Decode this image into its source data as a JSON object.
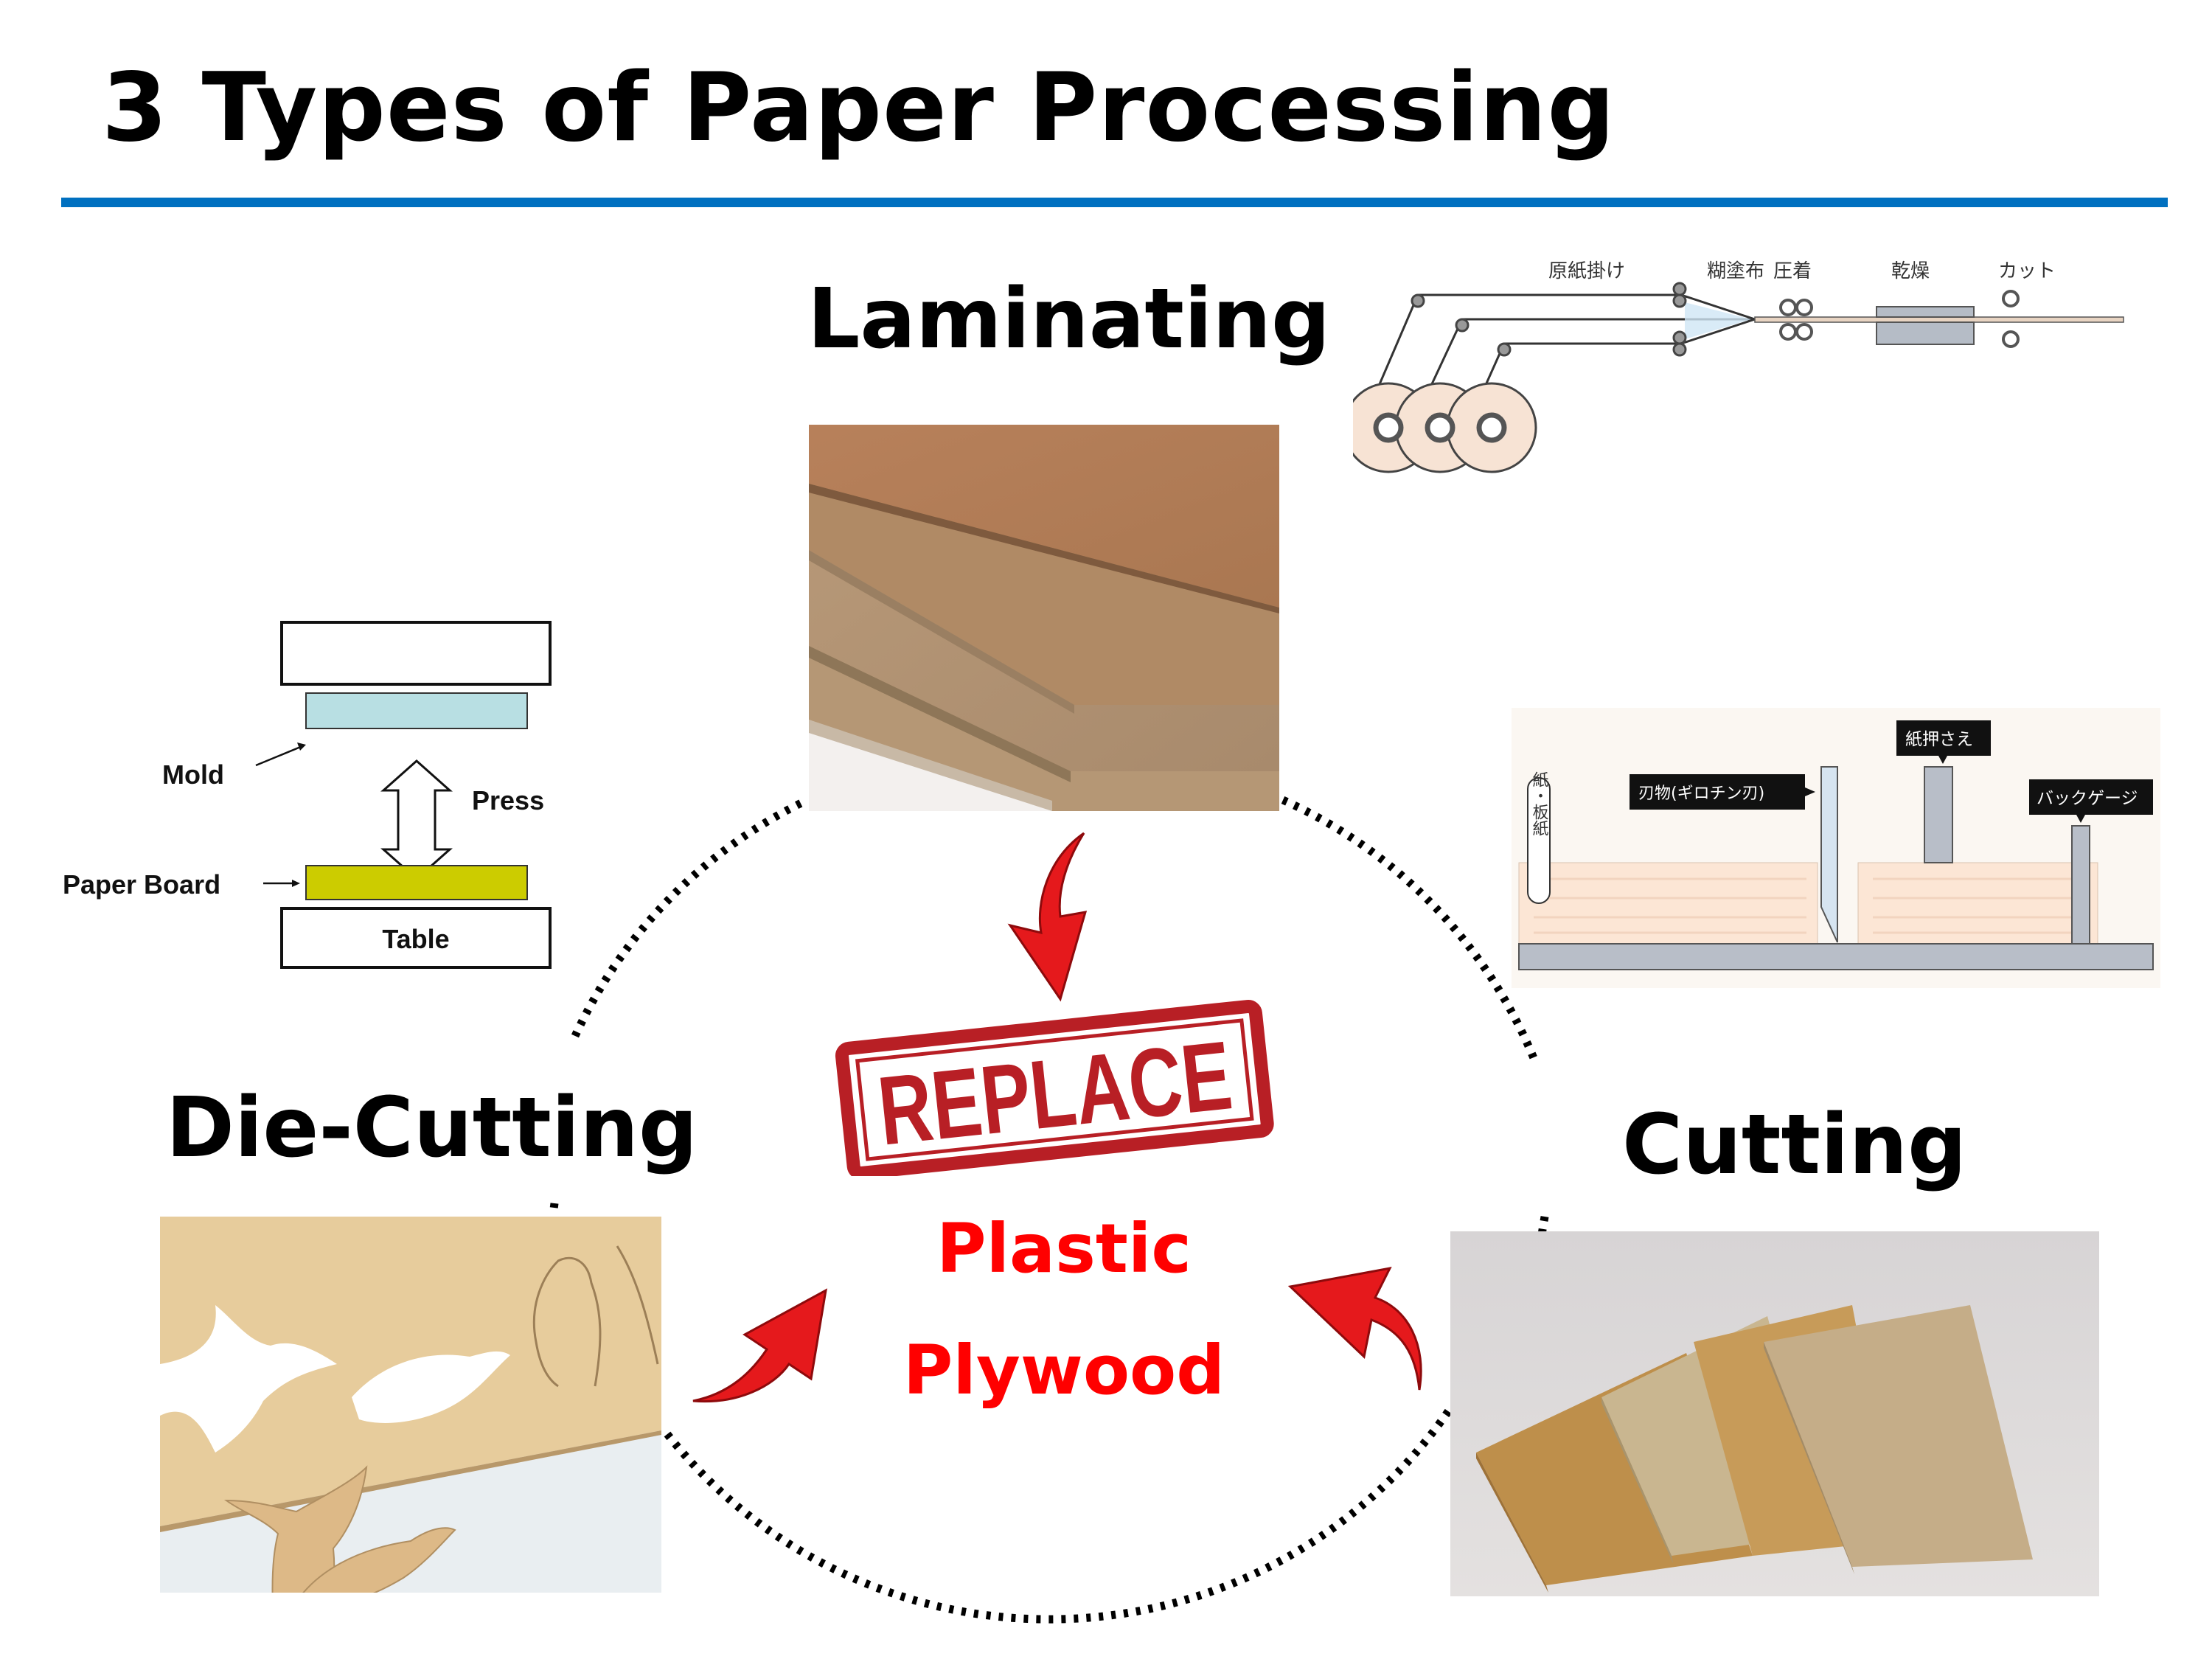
{
  "title": "3 Types of Paper Processing",
  "colors": {
    "accent_rule": "#0070C0",
    "highlight_red": "#FF0000",
    "stamp_red": "#B81F25",
    "paper_kraft": "#C9A877",
    "mold_blue": "#B8DFE3",
    "board_yellow": "#CCCC00"
  },
  "processes": {
    "laminating": {
      "label": "Laminating",
      "diagram": {
        "steps": [
          "原紙掛け",
          "糊塗布",
          "圧着",
          "乾燥",
          "カット"
        ]
      }
    },
    "die_cutting": {
      "label": "Die-Cutting",
      "diagram": {
        "mold_label": "Mold",
        "press_label": "Press",
        "board_label": "Paper Board",
        "table_label": "Table"
      }
    },
    "cutting": {
      "label": "Cutting",
      "diagram": {
        "paper_label": "紙・板紙",
        "blade_label": "刃物(ギロチン刃)",
        "clamp_label": "紙押さえ",
        "backgauge_label": "バックゲージ"
      }
    }
  },
  "center": {
    "stamp_text": "REPLACE",
    "line1": "Plastic",
    "line2": "Plywood"
  },
  "icons": {
    "down_arrow": "curved-arrow-down-icon",
    "left_arrow": "curved-arrow-up-right-icon",
    "right_arrow": "curved-arrow-up-left-icon"
  }
}
